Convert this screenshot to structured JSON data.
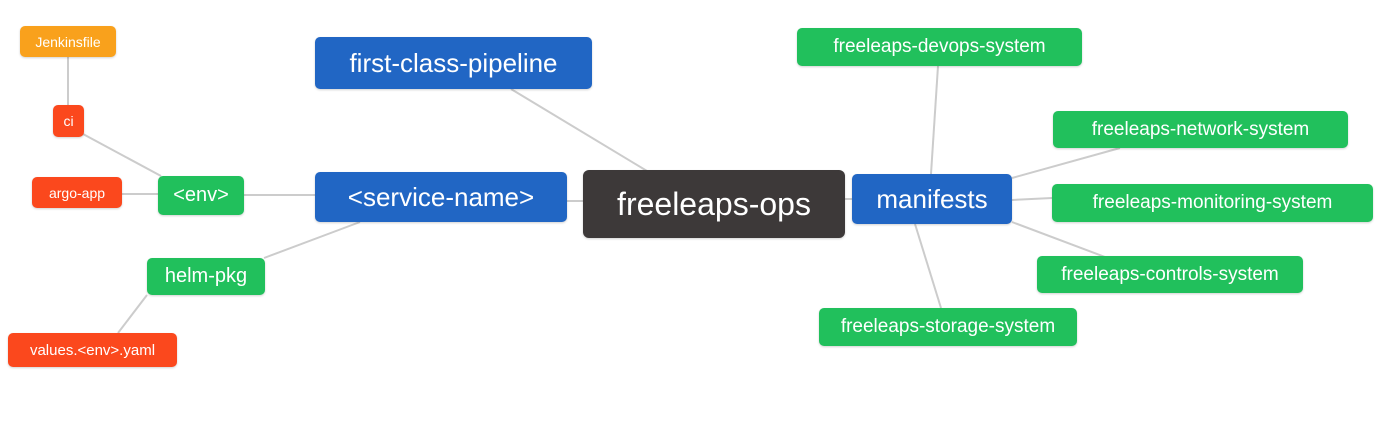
{
  "diagram": {
    "type": "mindmap",
    "root": "freeleaps-ops",
    "palette": {
      "root_bg": "#3d3939",
      "branch_bg": "#2166c4",
      "level2_bg": "#21c05c",
      "level3_bg": "#fb481d",
      "level4_bg": "#f9a11c",
      "text": "#ffffff",
      "edge": "#cccccc",
      "background": "#ffffff"
    },
    "edges": [
      [
        "Jenkinsfile",
        "ci"
      ],
      [
        "ci",
        "<env>"
      ],
      [
        "argo-app",
        "<env>"
      ],
      [
        "<env>",
        "<service-name>"
      ],
      [
        "helm-pkg",
        "<service-name>"
      ],
      [
        "values.<env>.yaml",
        "helm-pkg"
      ],
      [
        "first-class-pipeline",
        "freeleaps-ops"
      ],
      [
        "<service-name>",
        "freeleaps-ops"
      ],
      [
        "freeleaps-ops",
        "manifests"
      ],
      [
        "manifests",
        "freeleaps-devops-system"
      ],
      [
        "manifests",
        "freeleaps-network-system"
      ],
      [
        "manifests",
        "freeleaps-monitoring-system"
      ],
      [
        "manifests",
        "freeleaps-controls-system"
      ],
      [
        "manifests",
        "freeleaps-storage-system"
      ]
    ]
  },
  "nodes": [
    {
      "id": "jenkinsfile",
      "label": "Jenkinsfile",
      "level": "leaf-orange"
    },
    {
      "id": "ci",
      "label": "ci",
      "level": "level3-red"
    },
    {
      "id": "argo-app",
      "label": "argo-app",
      "level": "level3-red"
    },
    {
      "id": "env",
      "label": "<env>",
      "level": "level2-green"
    },
    {
      "id": "helm-pkg",
      "label": "helm-pkg",
      "level": "level2-green"
    },
    {
      "id": "values-env-yaml",
      "label": "values.<env>.yaml",
      "level": "level3-red"
    },
    {
      "id": "first-class-pipeline",
      "label": "first-class-pipeline",
      "level": "level1-blue"
    },
    {
      "id": "service-name",
      "label": "<service-name>",
      "level": "level1-blue"
    },
    {
      "id": "freeleaps-ops",
      "label": "freeleaps-ops",
      "level": "root-dark"
    },
    {
      "id": "manifests",
      "label": "manifests",
      "level": "level1-blue"
    },
    {
      "id": "freeleaps-devops-system",
      "label": "freeleaps-devops-system",
      "level": "level2-green"
    },
    {
      "id": "freeleaps-network-system",
      "label": "freeleaps-network-system",
      "level": "level2-green"
    },
    {
      "id": "freeleaps-monitoring-system",
      "label": "freeleaps-monitoring-system",
      "level": "level2-green"
    },
    {
      "id": "freeleaps-controls-system",
      "label": "freeleaps-controls-system",
      "level": "level2-green"
    },
    {
      "id": "freeleaps-storage-system",
      "label": "freeleaps-storage-system",
      "level": "level2-green"
    }
  ]
}
